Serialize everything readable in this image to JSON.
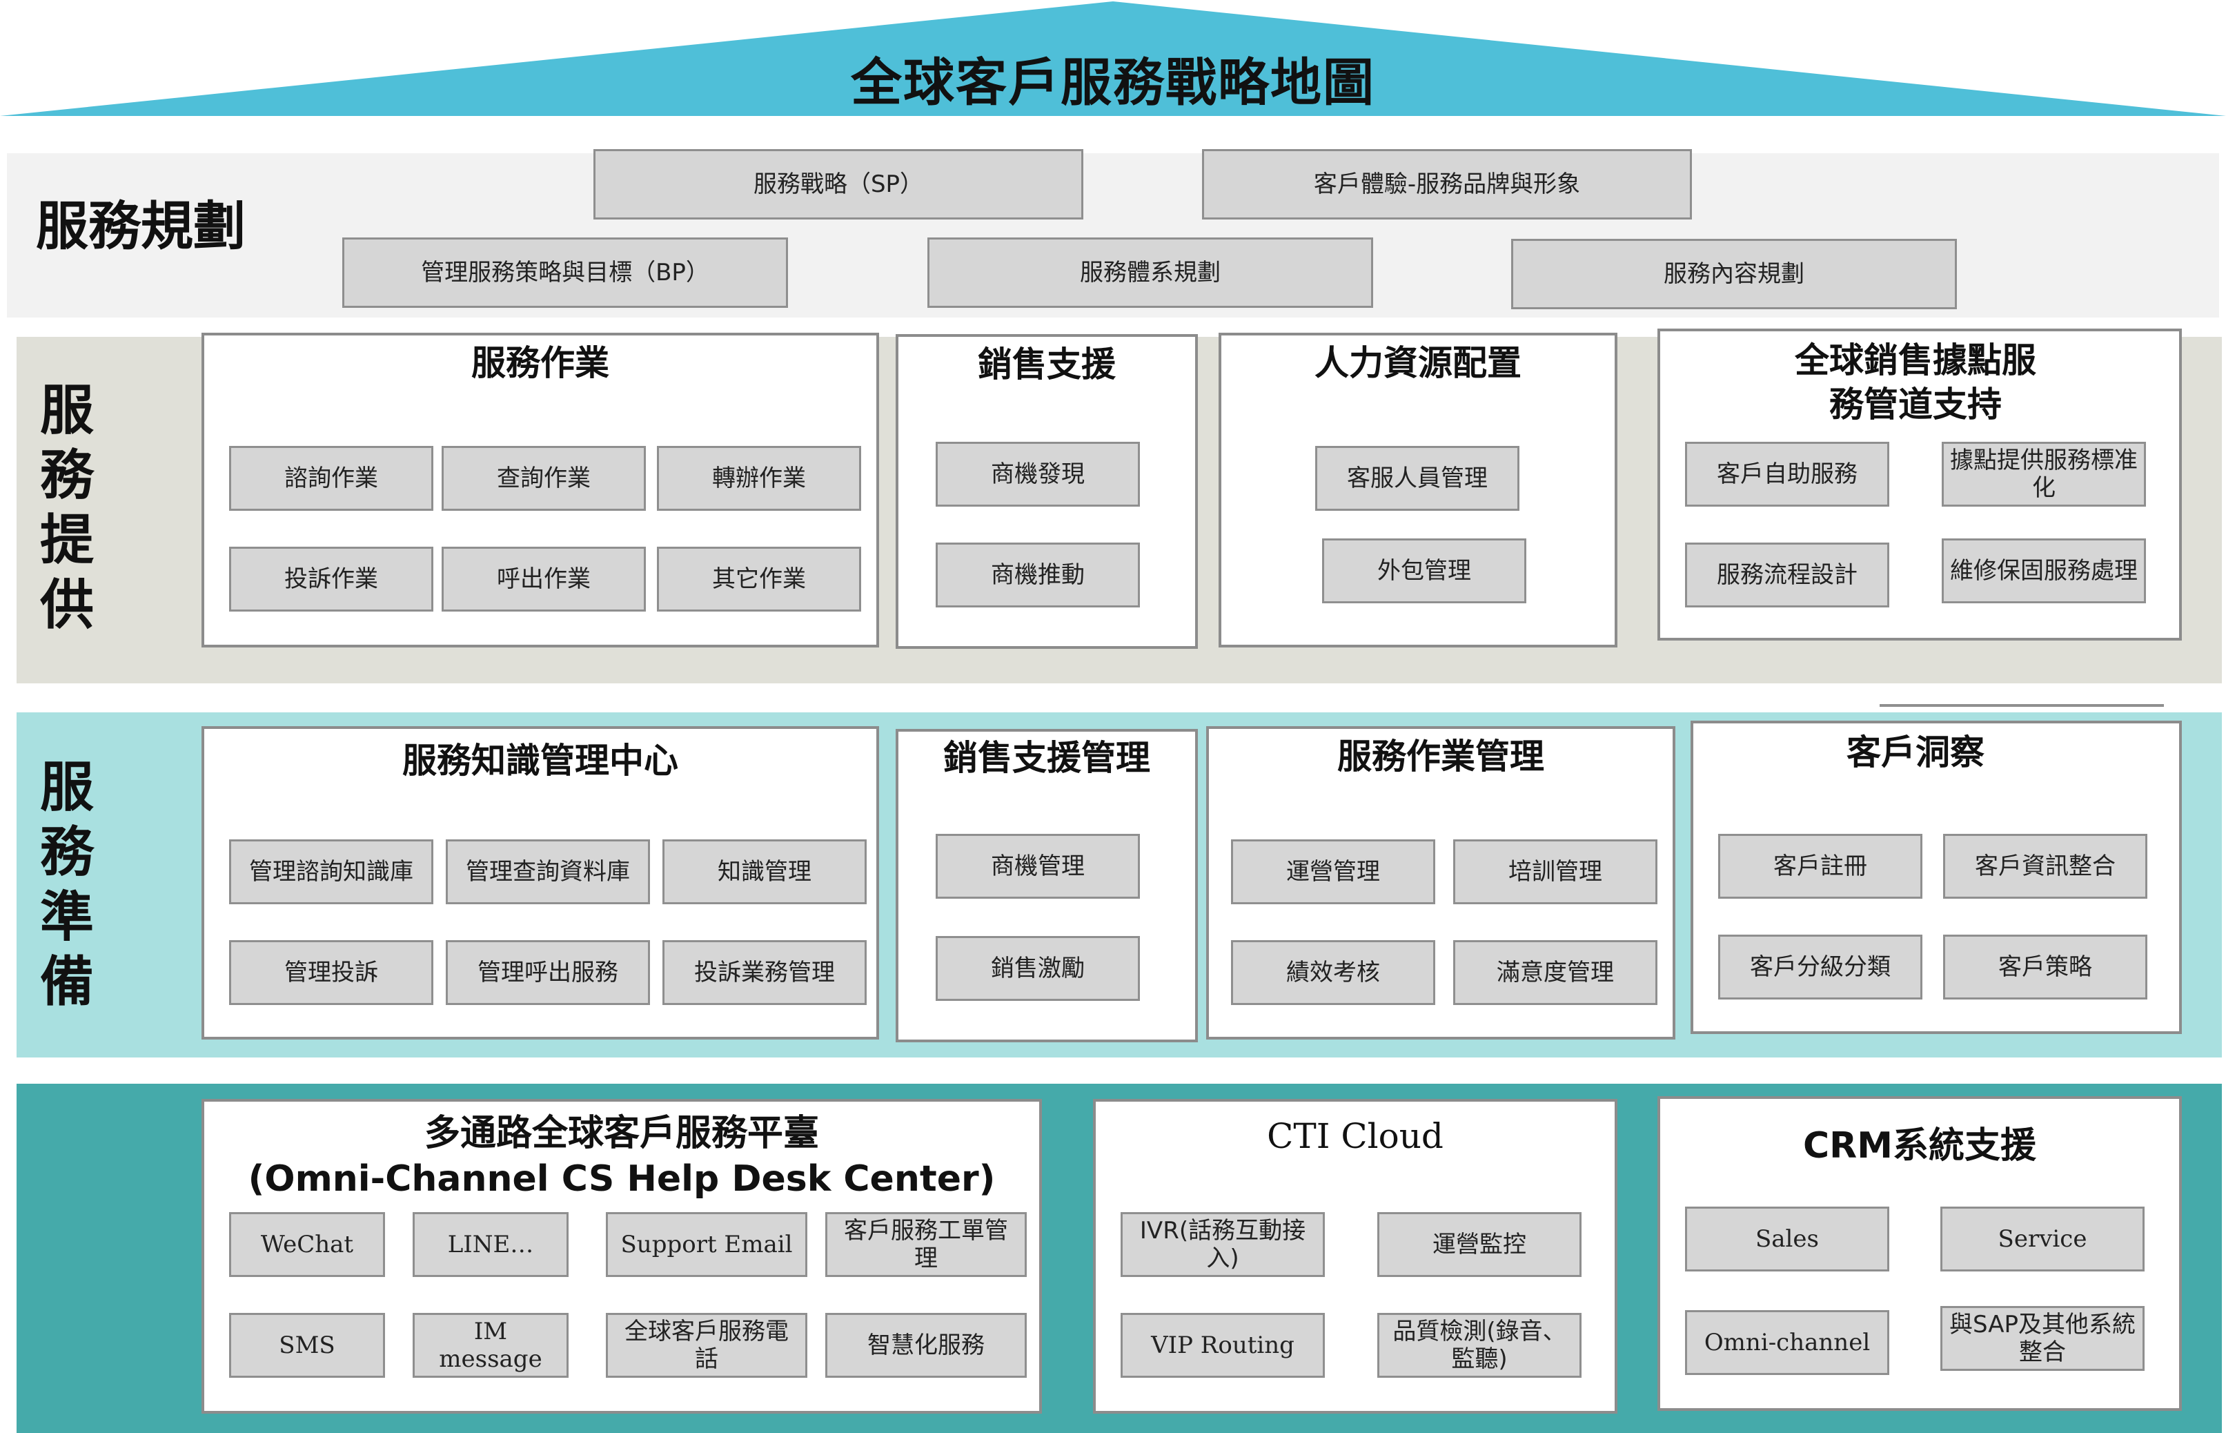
{
  "title": "全球客戶服務戰略地圖",
  "colors": {
    "roof": "#4fbfd8",
    "planning_band": "#f2f2f2",
    "provision_band": "#e0e0d8",
    "preparation_band": "#a9e0e0",
    "platform_band": "#45aaaa",
    "box_fill": "#d6d6d6",
    "box_border": "#8f8f8f"
  },
  "planning": {
    "label": "服務規劃",
    "items": [
      "服務戰略（SP）",
      "客戶體驗-服務品牌與形象",
      "管理服務策略與目標（BP）",
      "服務體系規劃",
      "服務內容規劃"
    ]
  },
  "provision": {
    "label": "服務提供",
    "panels": [
      {
        "title": "服務作業",
        "items": [
          "諮詢作業",
          "查詢作業",
          "轉辦作業",
          "投訴作業",
          "呼出作業",
          "其它作業"
        ]
      },
      {
        "title": "銷售支援",
        "items": [
          "商機發現",
          "商機推動"
        ]
      },
      {
        "title": "人力資源配置",
        "items": [
          "客服人員管理",
          "外包管理"
        ]
      },
      {
        "title": "全球銷售據點服務管道支持",
        "items": [
          "客戶自助服務",
          "據點提供服務標准化",
          "服務流程設計",
          "維修保固服務處理"
        ]
      }
    ]
  },
  "preparation": {
    "label": "服務準備",
    "panels": [
      {
        "title": "服務知識管理中心",
        "items": [
          "管理諮詢知識庫",
          "管理查詢資料庫",
          "知識管理",
          "管理投訴",
          "管理呼出服務",
          "投訴業務管理"
        ]
      },
      {
        "title": "銷售支援管理",
        "items": [
          "商機管理",
          "銷售激勵"
        ]
      },
      {
        "title": "服務作業管理",
        "items": [
          "運營管理",
          "培訓管理",
          "績效考核",
          "滿意度管理"
        ]
      },
      {
        "title": "客戶洞察",
        "items": [
          "客戶註冊",
          "客戶資訊整合",
          "客戶分級分類",
          "客戶策略"
        ]
      }
    ]
  },
  "platform": {
    "panels": [
      {
        "title": "多通路全球客戶服務平臺",
        "subtitle": "(Omni-Channel CS Help Desk Center)",
        "items": [
          "WeChat",
          "LINE…",
          "Support Email",
          "客戶服務工單管理",
          "SMS",
          "IM message",
          "全球客戶服務電話",
          "智慧化服務"
        ]
      },
      {
        "title": "CTI Cloud",
        "items": [
          "IVR(話務互動接入)",
          "運營監控",
          "VIP Routing",
          "品質檢測(錄音、監聽)"
        ]
      },
      {
        "title": "CRM系統支援",
        "items": [
          "Sales",
          "Service",
          "Omni-channel",
          "與SAP及其他系統整合"
        ]
      }
    ]
  }
}
